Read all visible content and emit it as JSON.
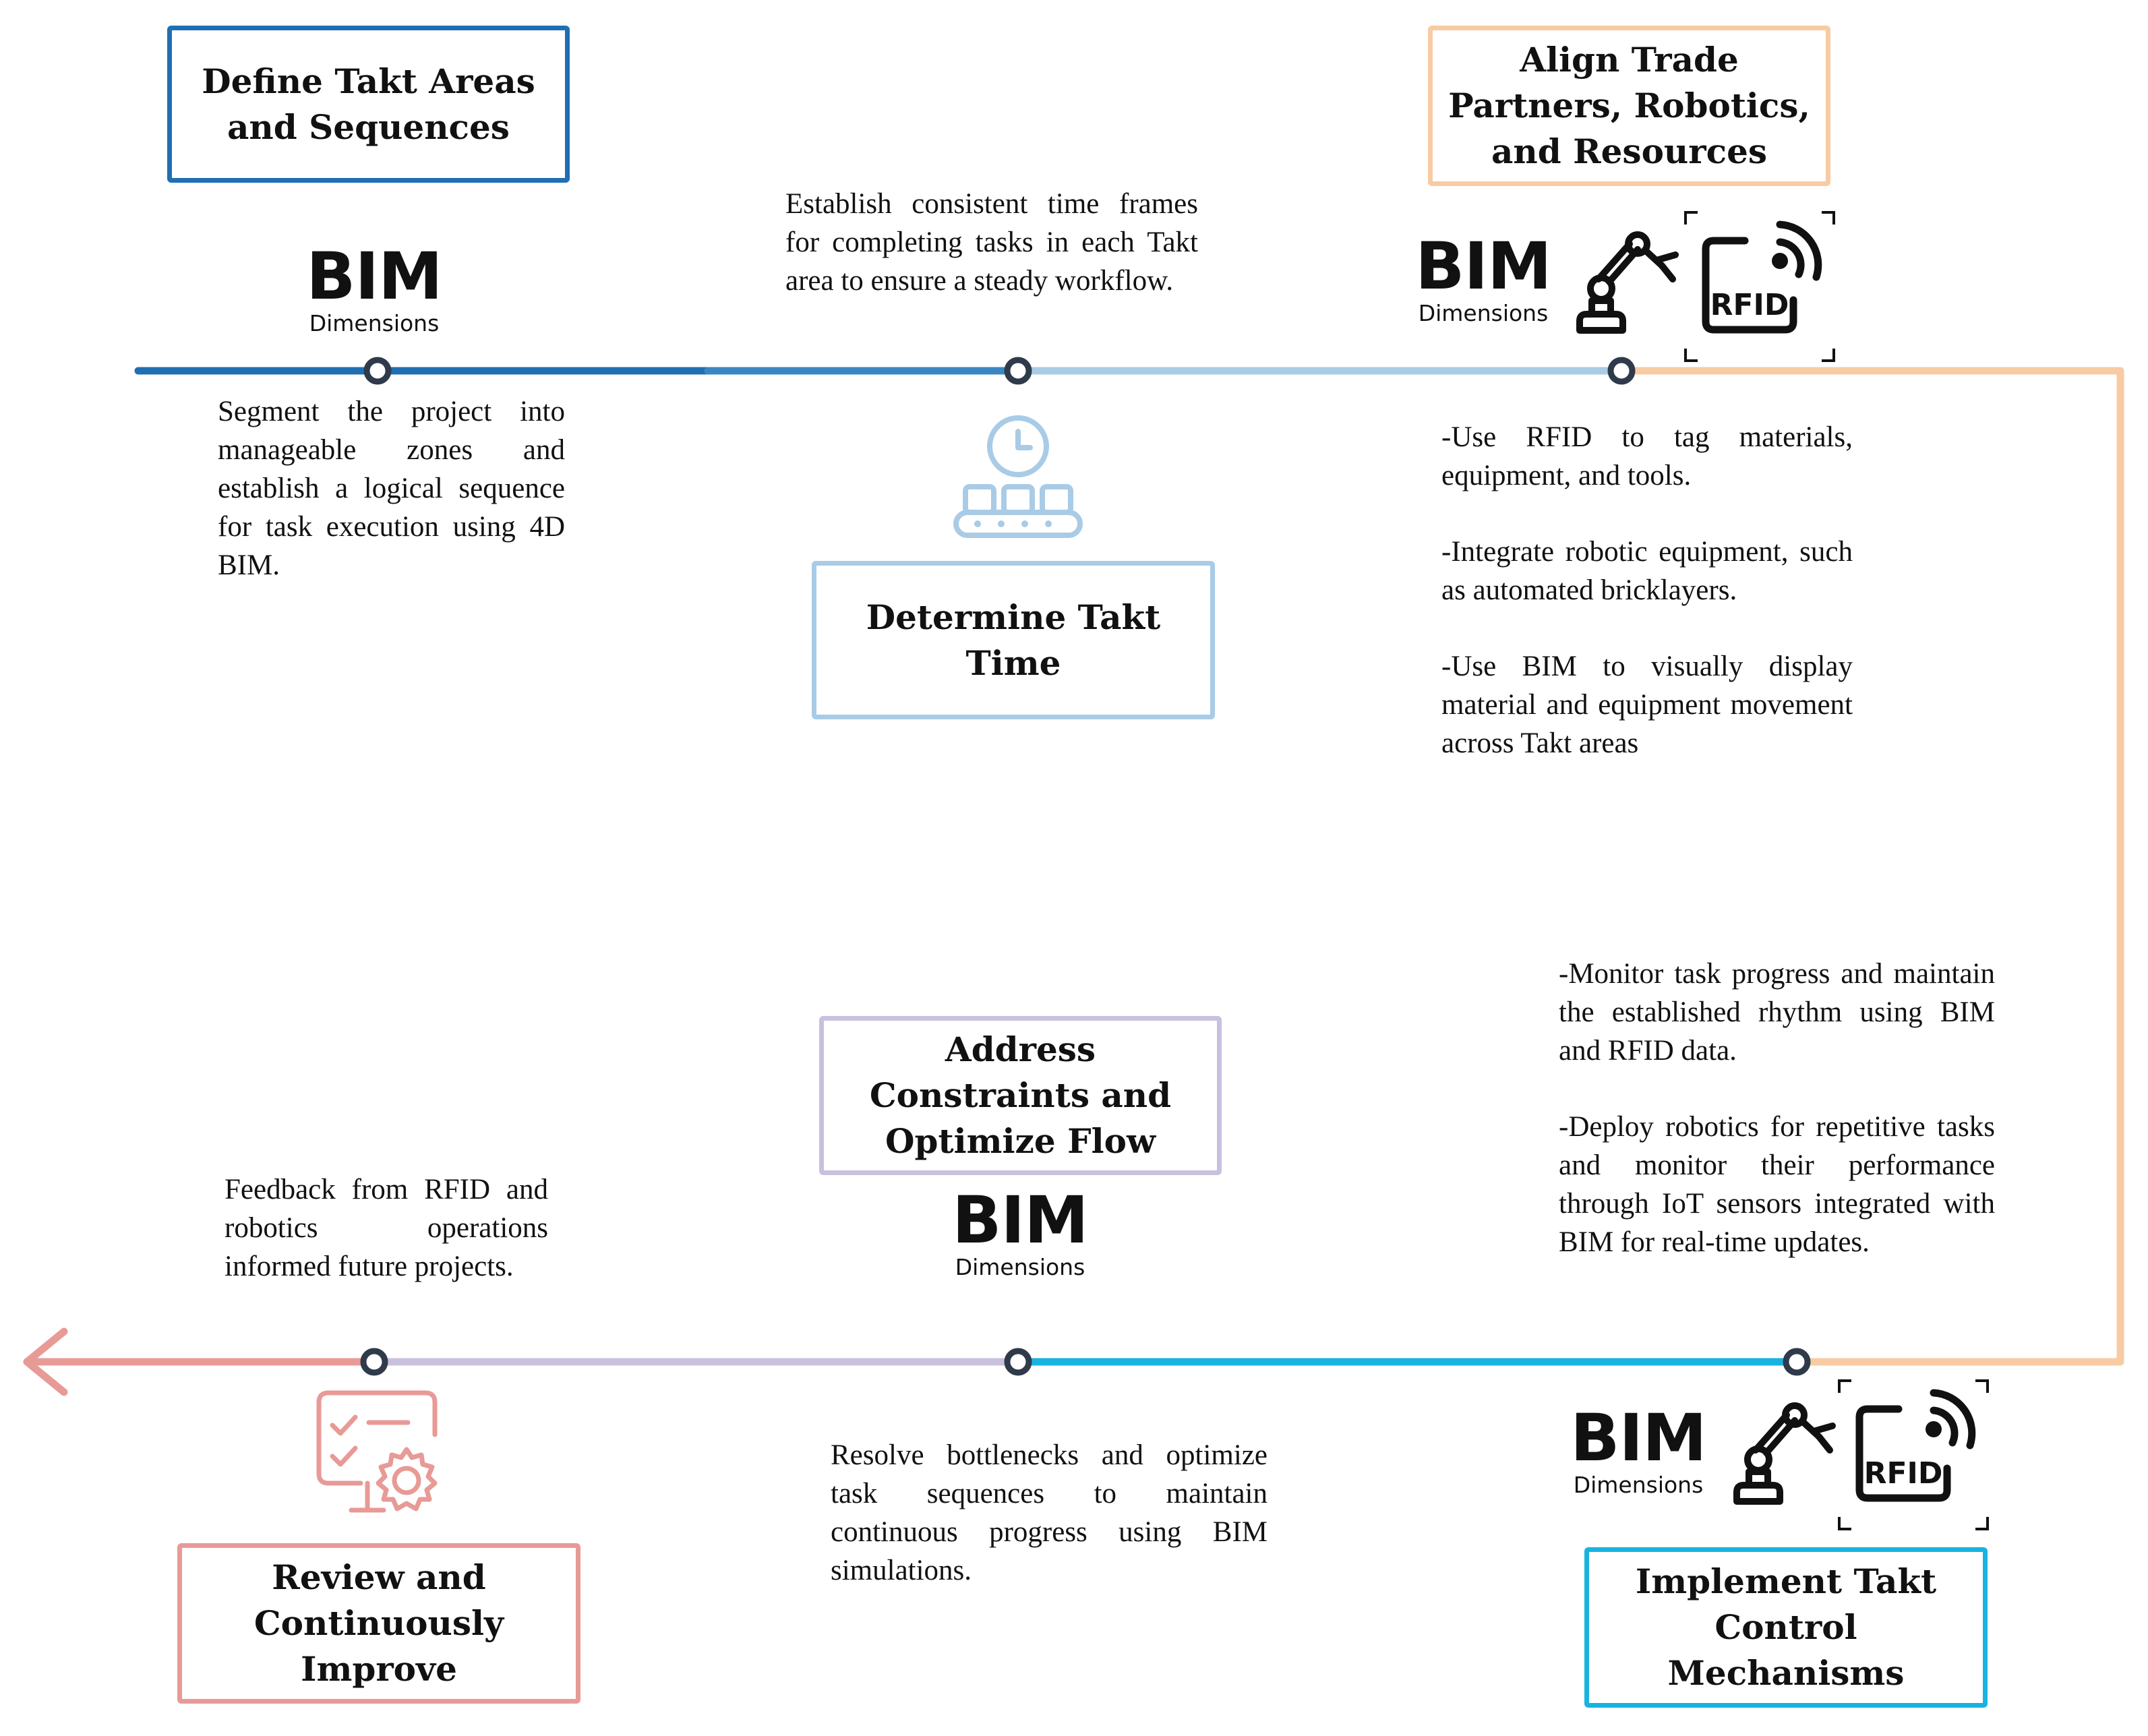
{
  "colors": {
    "step1": "#1f6fb2",
    "step2": "#a9cbe6",
    "step3": "#f8cba3",
    "step4": "#18b3e0",
    "step5": "#c9c0de",
    "step6": "#e89a96",
    "node_stroke": "#2f3a4a"
  },
  "steps": [
    {
      "title_lines": [
        "Define Takt Areas",
        "and Sequences"
      ],
      "description": "Segment the project into manageable zones and establish a logical sequence for task execution using 4D BIM."
    },
    {
      "title_lines": [
        "Determine Takt",
        "Time"
      ],
      "description": "Establish consistent time frames for completing tasks in each Takt area to ensure a steady workflow."
    },
    {
      "title_lines": [
        "Align Trade",
        "Partners, Robotics,",
        "and Resources"
      ],
      "description_items": [
        "-Use RFID to tag materials, equipment, and tools.",
        "-Integrate robotic equipment, such as automated bricklayers.",
        "-Use BIM to visually display material and equipment movement across Takt areas"
      ]
    },
    {
      "title_lines": [
        "Implement Takt",
        "Control",
        "Mechanisms"
      ],
      "description_items": [
        "-Monitor task progress and maintain the established rhythm using BIM and RFID data.",
        "-Deploy robotics for repetitive tasks and monitor their performance through IoT sensors integrated with BIM for real-time updates."
      ]
    },
    {
      "title_lines": [
        "Address",
        "Constraints and",
        "Optimize Flow"
      ],
      "description": "Resolve bottlenecks and optimize task sequences to maintain continuous progress using BIM simulations."
    },
    {
      "title_lines": [
        "Review and",
        "Continuously",
        "Improve"
      ],
      "description": "Feedback from RFID and robotics operations informed future projects."
    }
  ],
  "bim_logo": {
    "big": "BIM",
    "small": "Dimensions"
  },
  "rfid_label": "RFID",
  "icons": [
    "clock-conveyor-icon",
    "robotic-arm-icon",
    "rfid-icon",
    "checklist-gear-icon",
    "arrow-left-icon"
  ]
}
